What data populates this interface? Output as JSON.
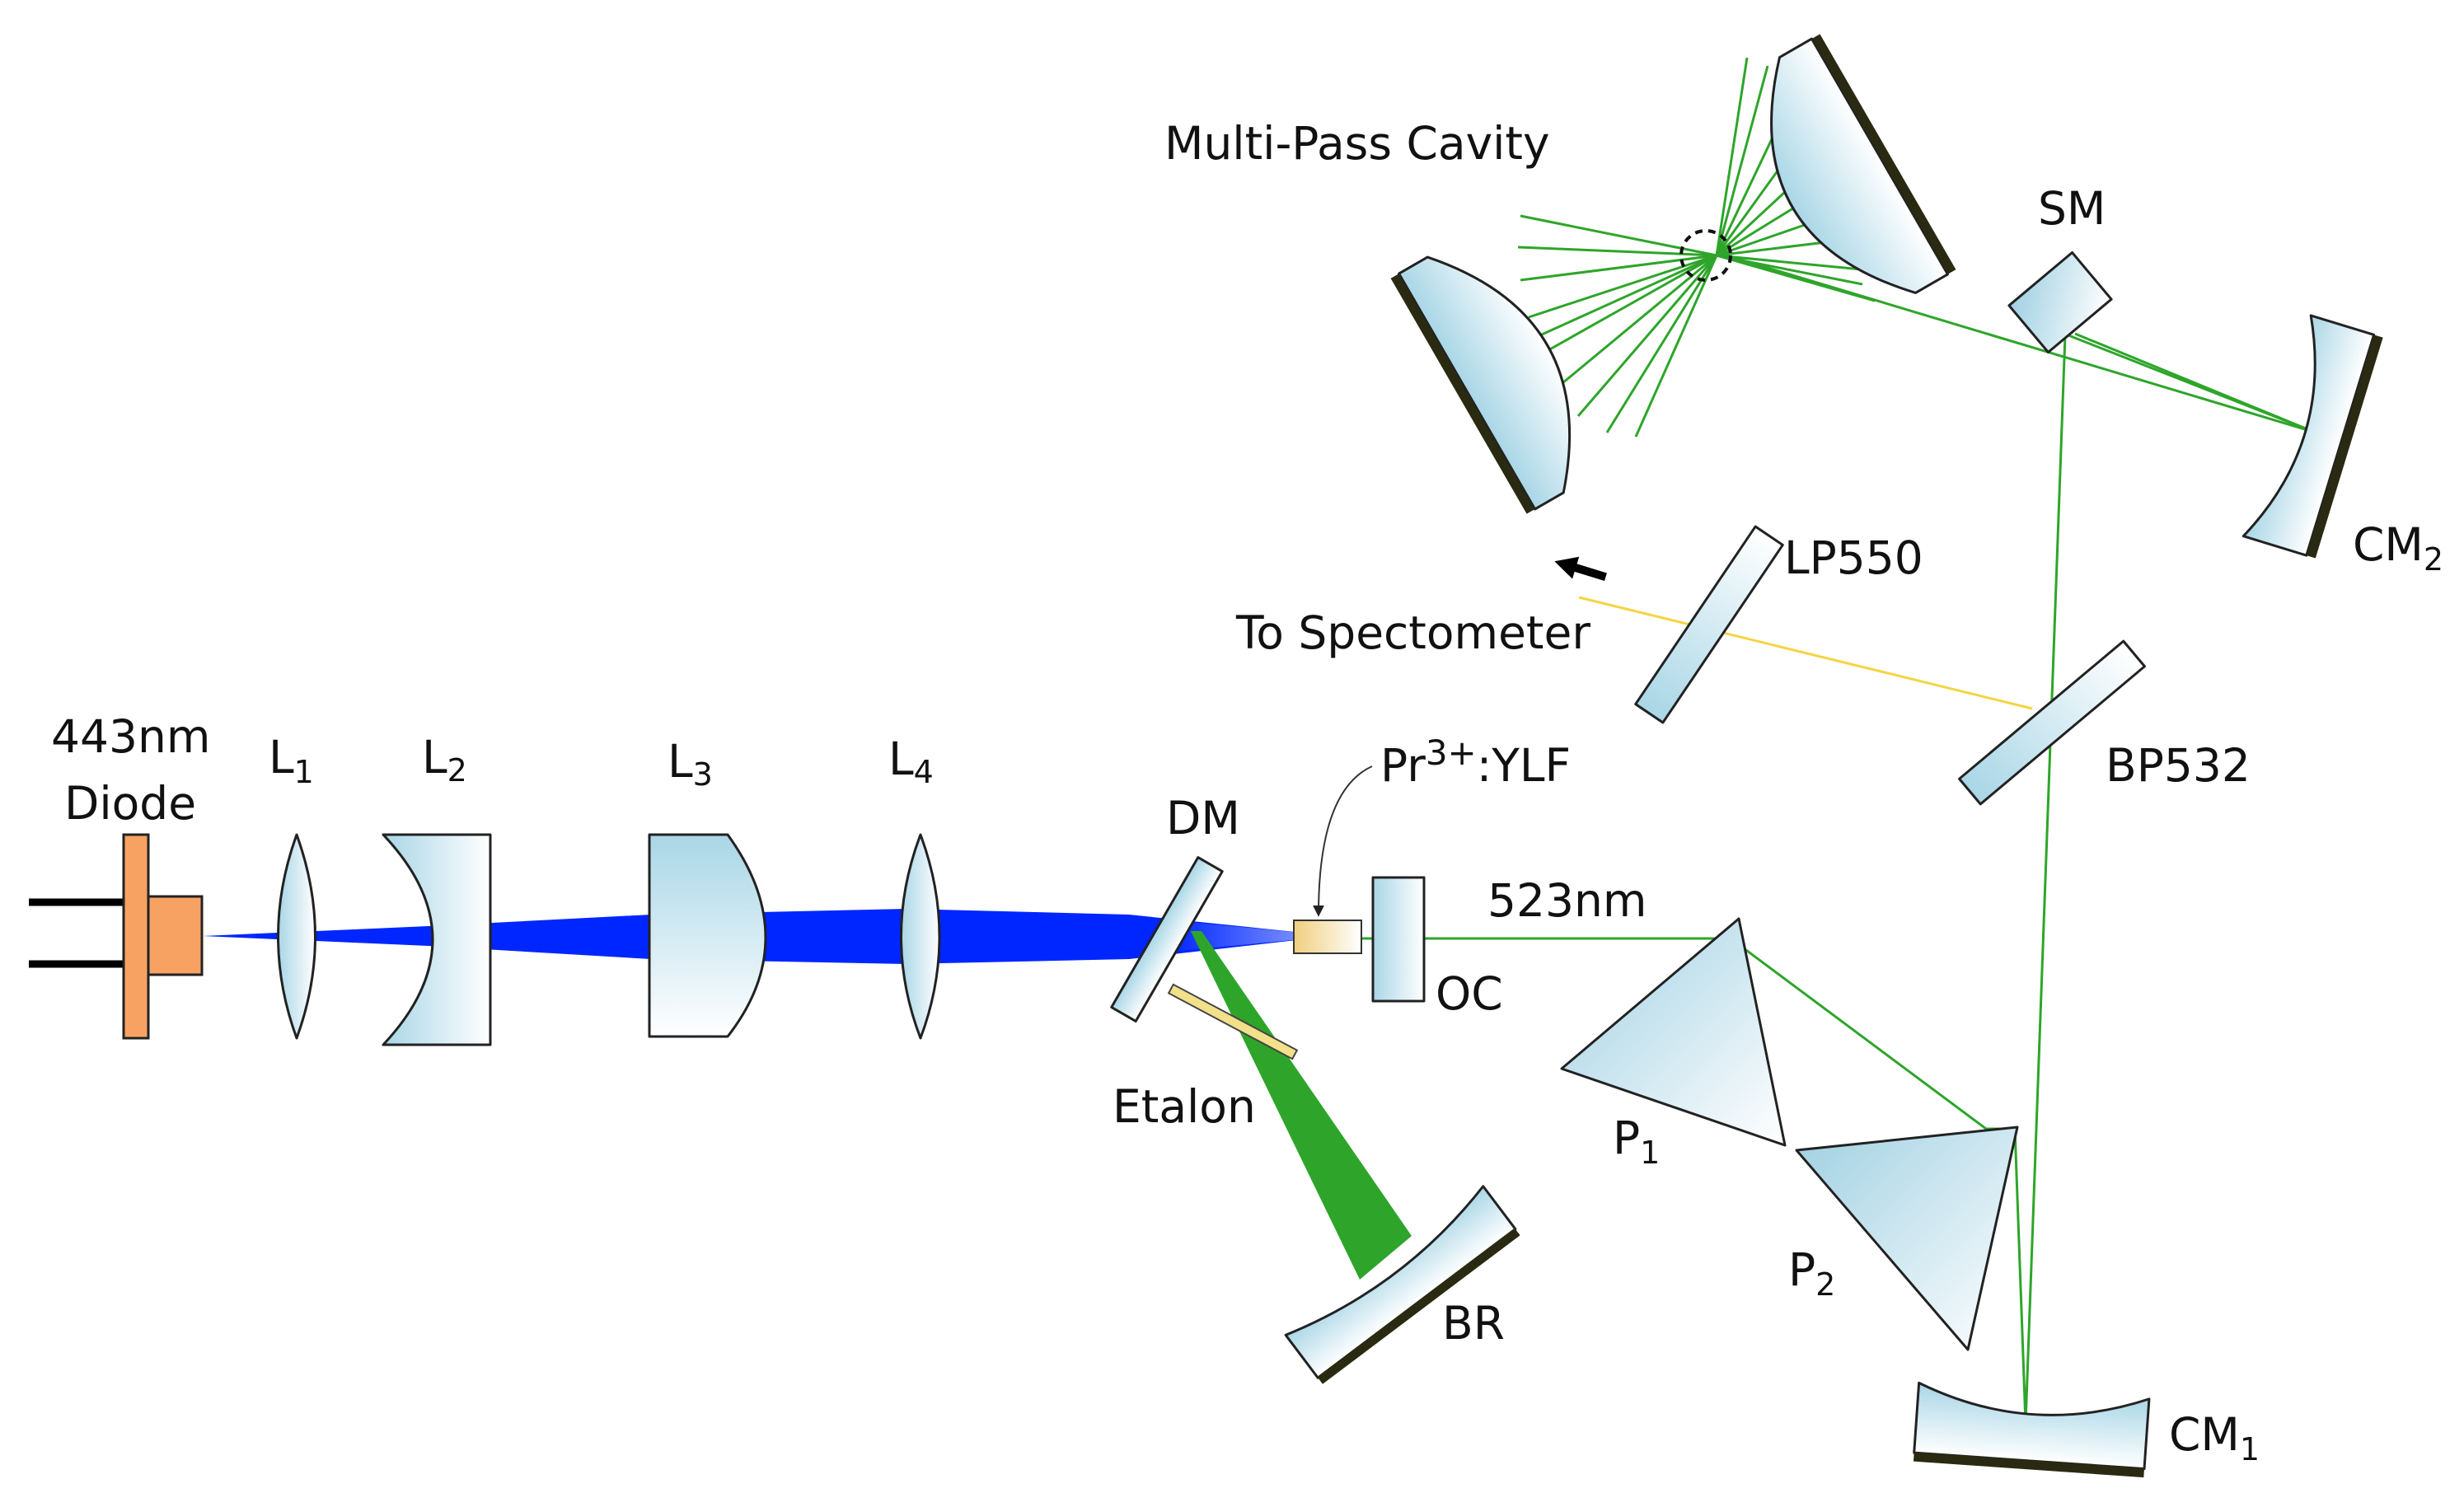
{
  "diagram": {
    "colors": {
      "pump_beam": "#0026ff",
      "laser_beam": "#2ea52a",
      "spectrometer_beam": "#f5d442",
      "diode": "#f7a263",
      "optic_fill_from": "#a9d6e6",
      "optic_fill_to": "#ffffff",
      "crystal_from": "#f4d58c",
      "crystal_to": "#ffffff"
    },
    "labels": {
      "diode_line1": "443nm",
      "diode_line2": "Diode",
      "l1": "L",
      "l1_sub": "1",
      "l2": "L",
      "l2_sub": "2",
      "l3": "L",
      "l3_sub": "3",
      "l4": "L",
      "l4_sub": "4",
      "dm": "DM",
      "crystal_base": "Pr",
      "crystal_sup": "3+",
      "crystal_rest": ":YLF",
      "etalon": "Etalon",
      "oc": "OC",
      "br": "BR",
      "wavelength": "523nm",
      "p1": "P",
      "p1_sub": "1",
      "p2": "P",
      "p2_sub": "2",
      "cm1": "CM",
      "cm1_sub": "1",
      "cm2": "CM",
      "cm2_sub": "2",
      "bp532": "BP532",
      "lp550": "LP550",
      "spectrometer": "To Spectometer",
      "sm": "SM",
      "multipass": "Multi-Pass Cavity"
    }
  }
}
